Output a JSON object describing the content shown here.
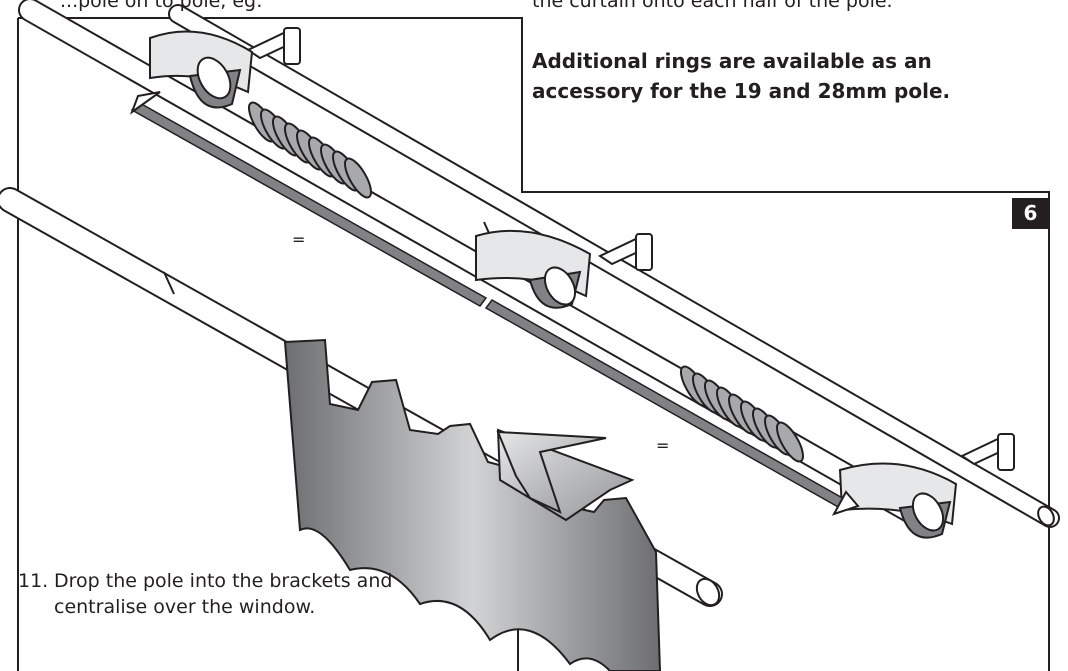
{
  "top_left_text": "...pole on to pole, eg:",
  "top_right_text": "the curtain onto each half of the pole.",
  "accessory_note": {
    "line1": "Additional rings are available as an",
    "line2": "accessory for the 19 and 28mm pole."
  },
  "step_number": "6",
  "equal_marks": [
    "=",
    "="
  ],
  "instruction": {
    "number": "11.",
    "line1": "Drop the pole into the brackets and",
    "line2": "centralise over the window."
  }
}
